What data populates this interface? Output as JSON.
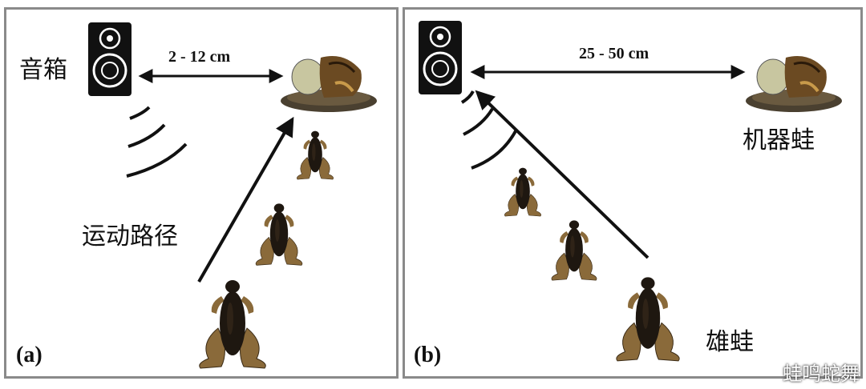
{
  "panel_a": {
    "panel_label": "(a)",
    "speaker_label": "音箱",
    "distance_label": "2 - 12 cm",
    "path_label": "运动路径"
  },
  "panel_b": {
    "panel_label": "(b)",
    "distance_label": "25 - 50 cm",
    "robot_frog_label": "机器蛙",
    "male_frog_label": "雄蛙"
  },
  "watermark": "蛙鸣蛇舞",
  "colors": {
    "frame": "#8a8a8a",
    "frog_body": "#1e1710",
    "frog_legs": "#8a6a3a",
    "speaker": "#111111"
  }
}
